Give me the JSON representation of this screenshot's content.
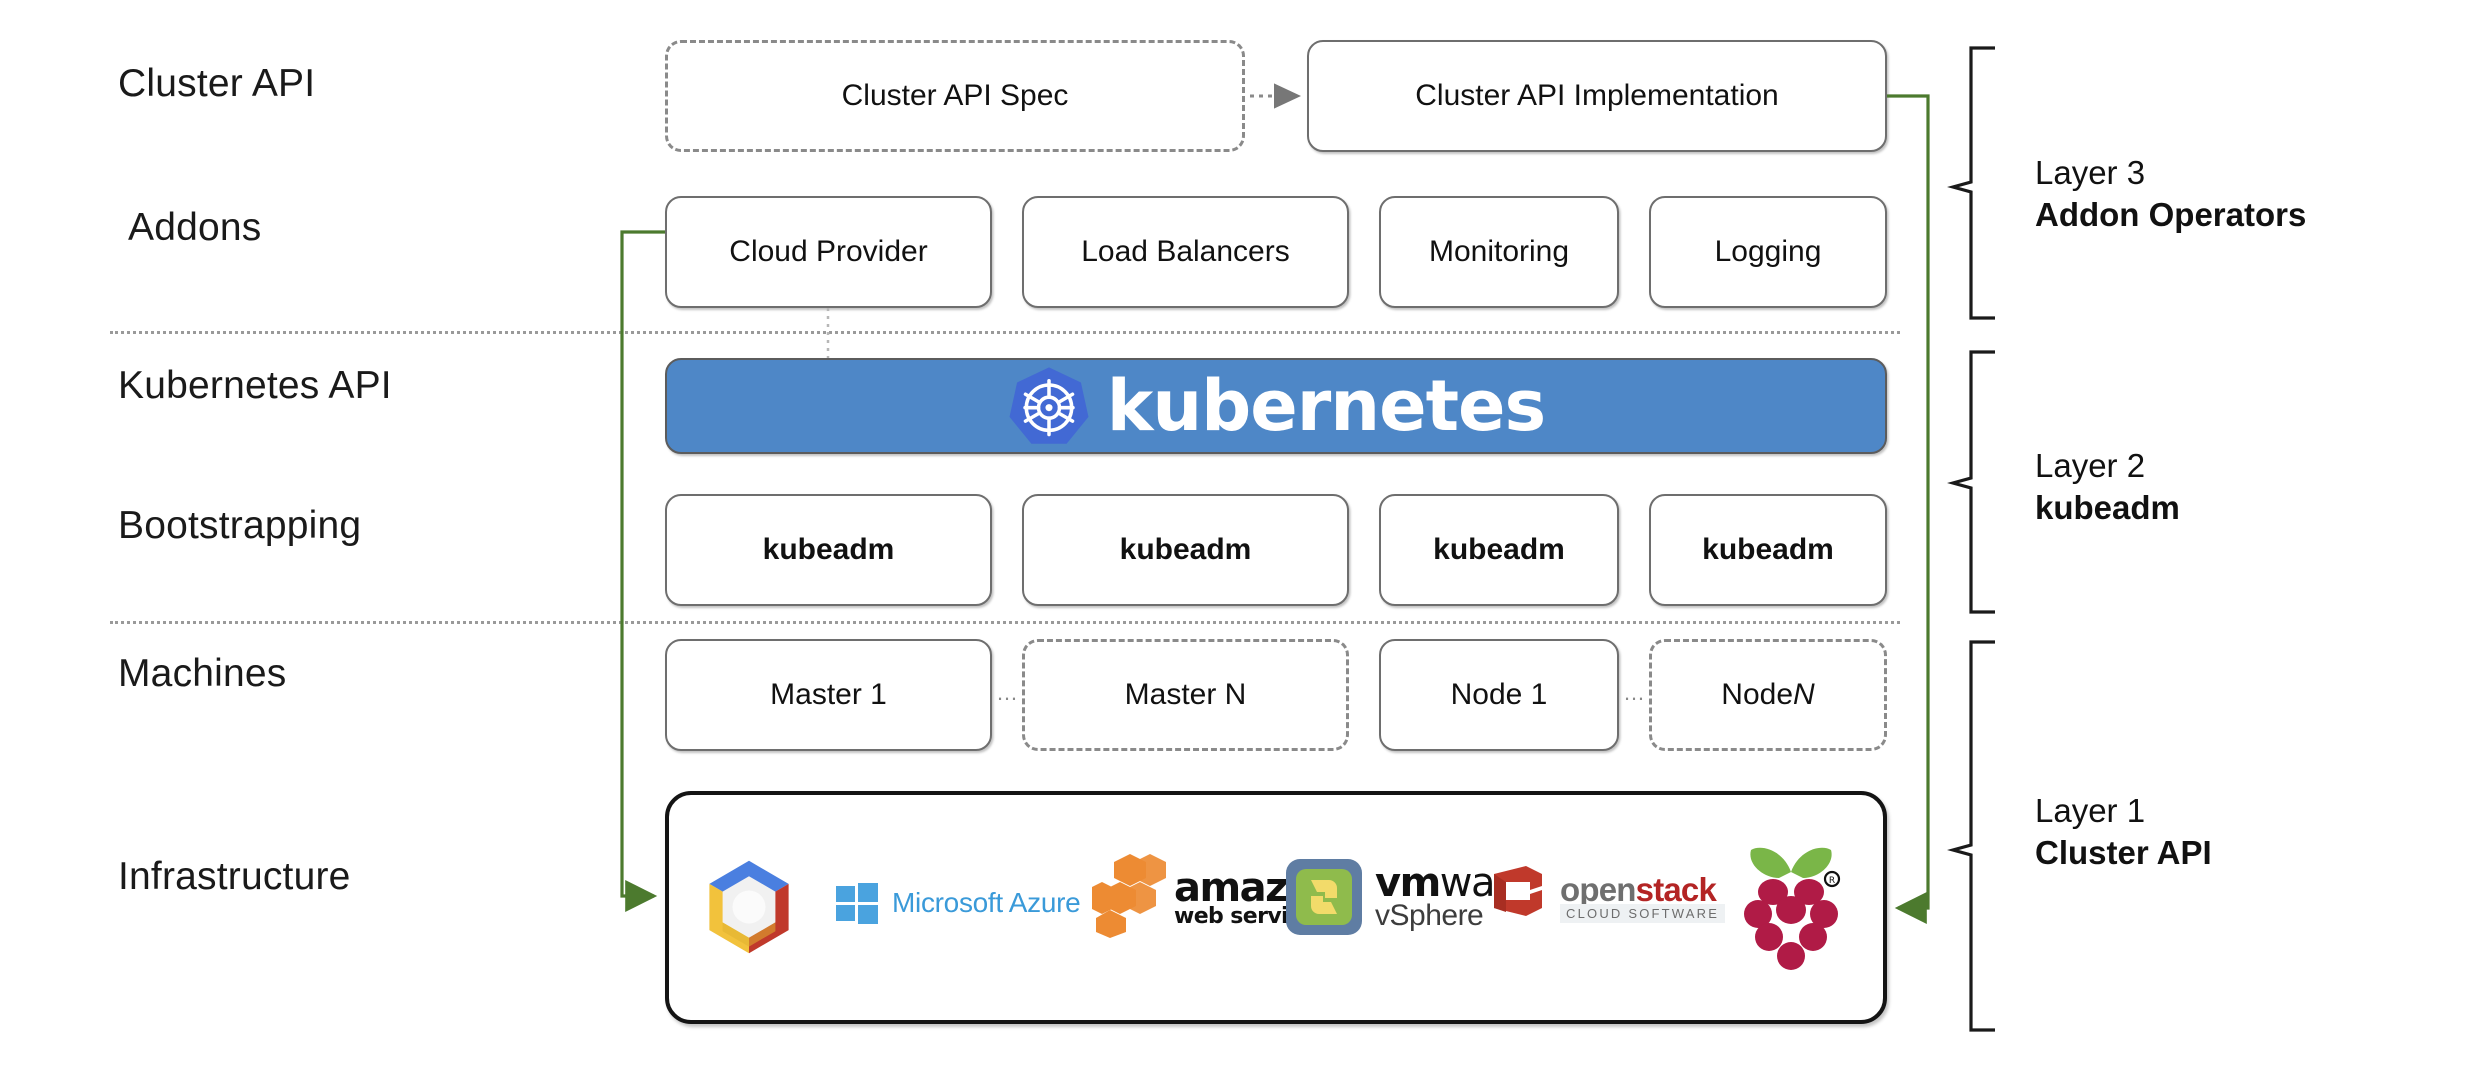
{
  "diagram": {
    "title": "Kubernetes Cluster API layered architecture",
    "accent_green": "#4c7a2e",
    "k8s_banner_color": "#4e87c7",
    "k8s_logo_color": "#4269d4",
    "separator_color": "#9a9a9a"
  },
  "row_labels": [
    {
      "id": "cluster-api",
      "text": "Cluster API"
    },
    {
      "id": "addons",
      "text": "Addons"
    },
    {
      "id": "kubernetes-api",
      "text": "Kubernetes API"
    },
    {
      "id": "bootstrapping",
      "text": "Bootstrapping"
    },
    {
      "id": "machines",
      "text": "Machines"
    },
    {
      "id": "infrastructure",
      "text": "Infrastructure"
    }
  ],
  "cluster_api_row": {
    "spec": {
      "label": "Cluster API Spec",
      "style": "dashed"
    },
    "implementation": {
      "label": "Cluster API Implementation",
      "style": "solid"
    },
    "arrow": "dotted-arrow-right"
  },
  "addons_row": [
    {
      "label": "Cloud Provider"
    },
    {
      "label": "Load Balancers"
    },
    {
      "label": "Monitoring"
    },
    {
      "label": "Logging"
    }
  ],
  "kubernetes_banner": {
    "wordmark": "kubernetes",
    "logo_name": "kubernetes-helm-icon"
  },
  "bootstrapping_row": [
    {
      "label": "kubeadm"
    },
    {
      "label": "kubeadm"
    },
    {
      "label": "kubeadm"
    },
    {
      "label": "kubeadm"
    }
  ],
  "machines_row": [
    {
      "label": "Master 1",
      "style": "solid",
      "italic_suffix": ""
    },
    {
      "label": "Master N",
      "style": "dashed",
      "italic_suffix": ""
    },
    {
      "label": "Node 1",
      "style": "solid",
      "italic_suffix": ""
    },
    {
      "label": "Node ",
      "style": "dashed",
      "italic_suffix": "N"
    }
  ],
  "machines_ellipses": [
    "…",
    "…"
  ],
  "infrastructure_logos": [
    {
      "name": "google-cloud-logo",
      "text": ""
    },
    {
      "name": "microsoft-azure-logo",
      "text": "Microsoft Azure"
    },
    {
      "name": "amazon-web-services-logo",
      "text": "amazon",
      "text2": "web services"
    },
    {
      "name": "vmware-vsphere-logo",
      "text": "vmware",
      "text2": "vSphere"
    },
    {
      "name": "openstack-logo",
      "text": "openstack",
      "text2": "CLOUD SOFTWARE"
    },
    {
      "name": "raspberry-pi-logo",
      "text": ""
    }
  ],
  "layers": [
    {
      "id": "layer-3",
      "name": "Layer 3",
      "subtitle": "Addon Operators"
    },
    {
      "id": "layer-2",
      "name": "Layer 2",
      "subtitle": "kubeadm"
    },
    {
      "id": "layer-1",
      "name": "Layer 1",
      "subtitle": "Cluster API"
    }
  ]
}
